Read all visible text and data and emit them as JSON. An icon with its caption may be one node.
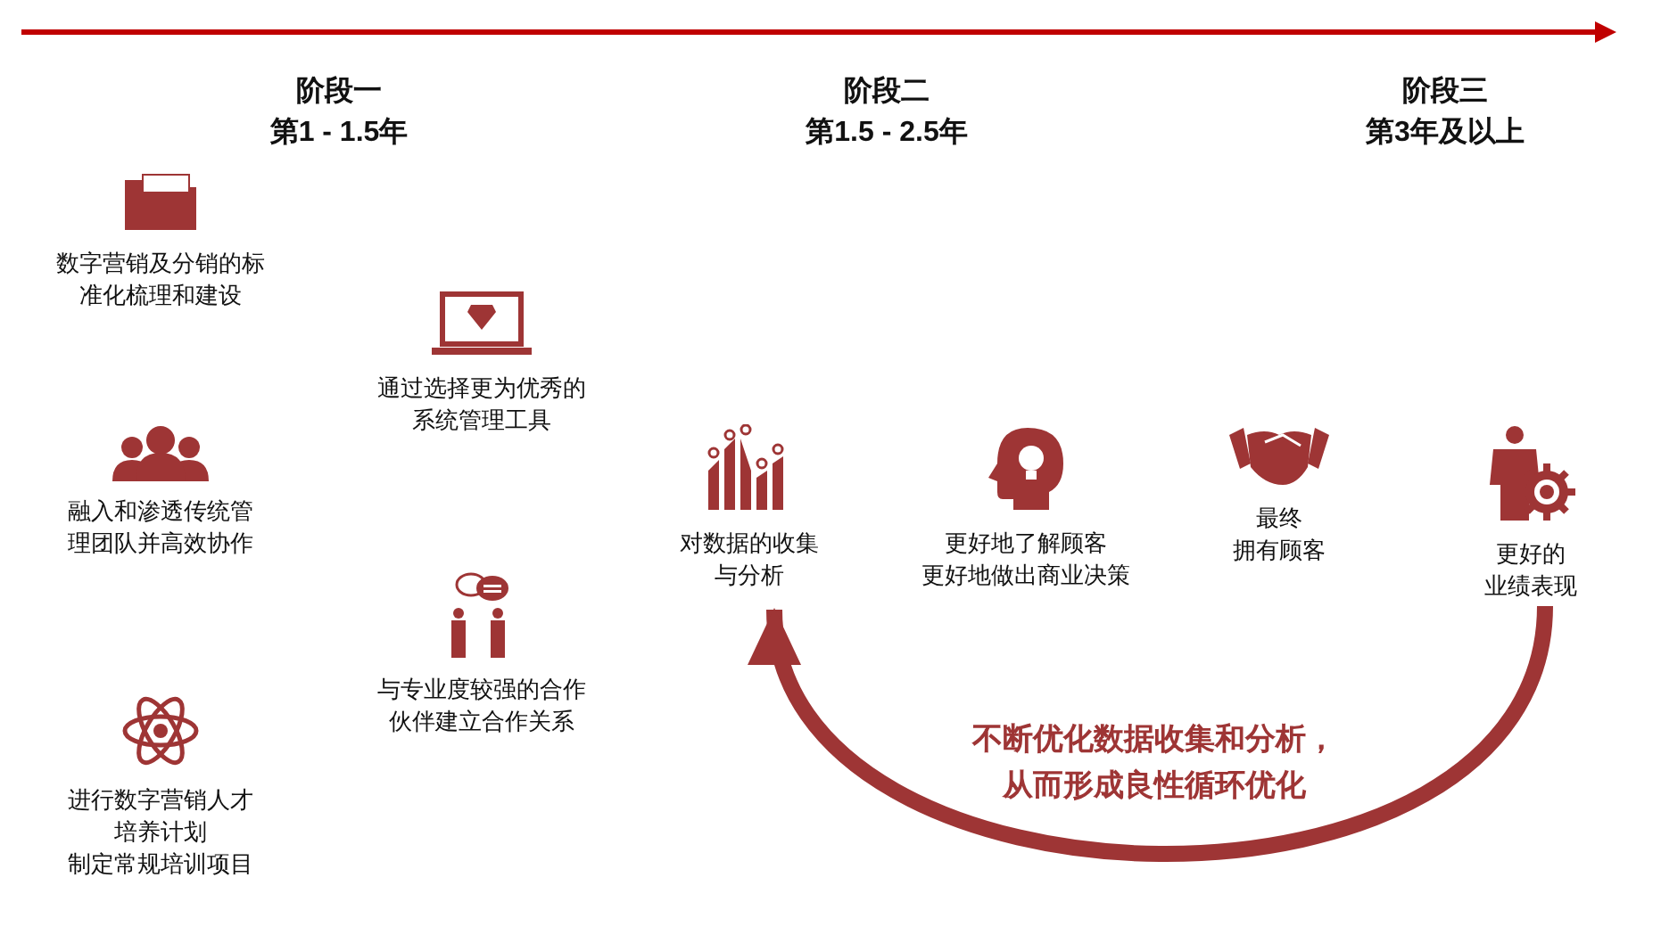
{
  "diagram": {
    "nodes": [
      {
        "text": [
          "数字营销及分销的标准化梳理和建设"
        ]
      },
      {
        "text": [
          "通过选择更为优秀的系统管理工具"
        ]
      },
      {
        "text": [
          "融入和渗透传统管理团队并高效协作"
        ]
      },
      {
        "text": [
          "与专业度较强的合作伙伴建立合作关系"
        ]
      },
      {
        "text": [
          "进行数字营销人才培养计划",
          "制定常规培训项目"
        ]
      },
      {
        "text": [
          "对数据的收集与分析"
        ]
      },
      {
        "text": [
          "更好地了解顾客",
          "更好地做出商业决策"
        ]
      },
      {
        "text": [
          "最终",
          "拥有顾客"
        ]
      },
      {
        "text": [
          "更好的",
          "业绩表现"
        ]
      }
    ],
    "edges": [
      {
        "from": 8,
        "to": 5,
        "arrow": "to"
      }
    ],
    "labels": [
      "阶段一",
      "第1 - 1.5年",
      "阶段二",
      "第1.5 - 2.5年",
      "阶段三",
      "第3年及以上",
      "不断优化数据收集和分析，从而形成良性循环优化"
    ]
  }
}
